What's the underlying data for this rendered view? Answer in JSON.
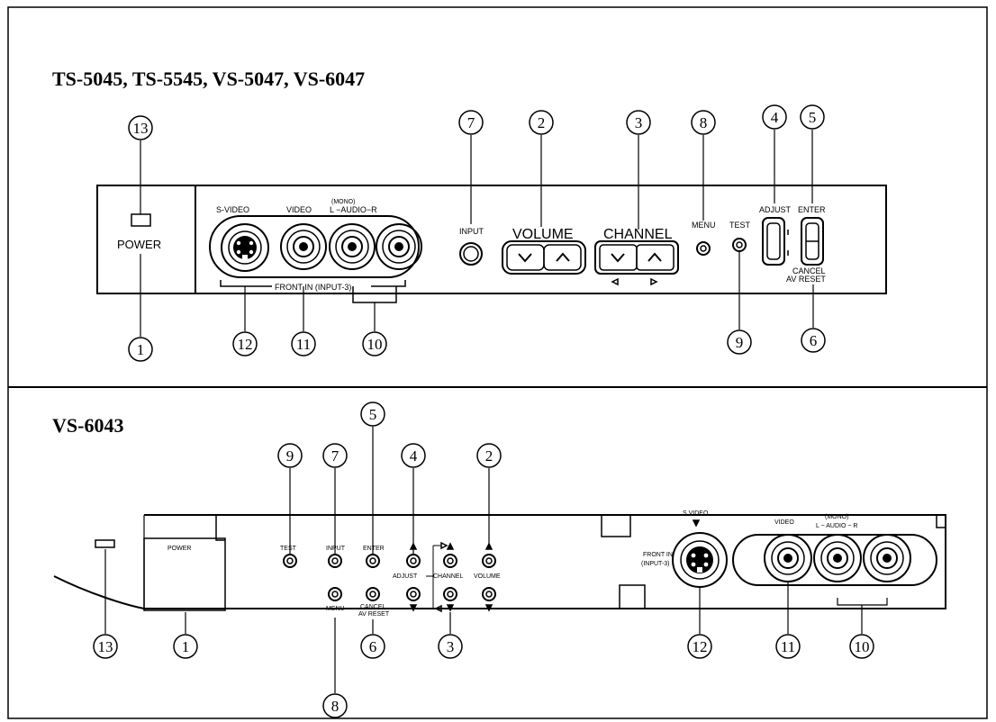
{
  "top_panel": {
    "title": "TS-5045, TS-5545, VS-5047, VS-6047",
    "labels": {
      "power": "POWER",
      "s_video": "S-VIDEO",
      "video": "VIDEO",
      "mono": "(MONO)",
      "l_audio_r": "L −AUDIO−R",
      "front_in": "FRONT IN (INPUT-3)",
      "input": "INPUT",
      "volume": "VOLUME",
      "channel": "CHANNEL",
      "menu": "MENU",
      "test": "TEST",
      "adjust": "ADJUST",
      "enter": "ENTER",
      "cancel": "CANCEL",
      "av_reset": "AV RESET"
    },
    "callouts": {
      "c1": "1",
      "c2": "2",
      "c3": "3",
      "c4": "4",
      "c5": "5",
      "c6": "6",
      "c7": "7",
      "c8": "8",
      "c9": "9",
      "c10": "10",
      "c11": "11",
      "c12": "12",
      "c13": "13"
    }
  },
  "bottom_panel": {
    "title": "VS-6043",
    "labels": {
      "power": "POWER",
      "test": "TEST",
      "input": "INPUT",
      "enter": "ENTER",
      "menu": "MENU",
      "cancel": "CANCEL",
      "av_reset": "AV RESET",
      "adjust": "ADJUST",
      "channel": "CHANNEL",
      "volume": "VOLUME",
      "s_video": "S VIDEO",
      "front_in": "FRONT IN",
      "input3": "(INPUT-3)",
      "video": "VIDEO",
      "mono": "(MONO)",
      "l_audio_r": "L − AUDIO − R"
    },
    "callouts": {
      "c1": "1",
      "c2": "2",
      "c3": "3",
      "c4": "4",
      "c5": "5",
      "c6": "6",
      "c7": "7",
      "c8": "8",
      "c9": "9",
      "c10": "10",
      "c11": "11",
      "c12": "12",
      "c13": "13"
    }
  }
}
